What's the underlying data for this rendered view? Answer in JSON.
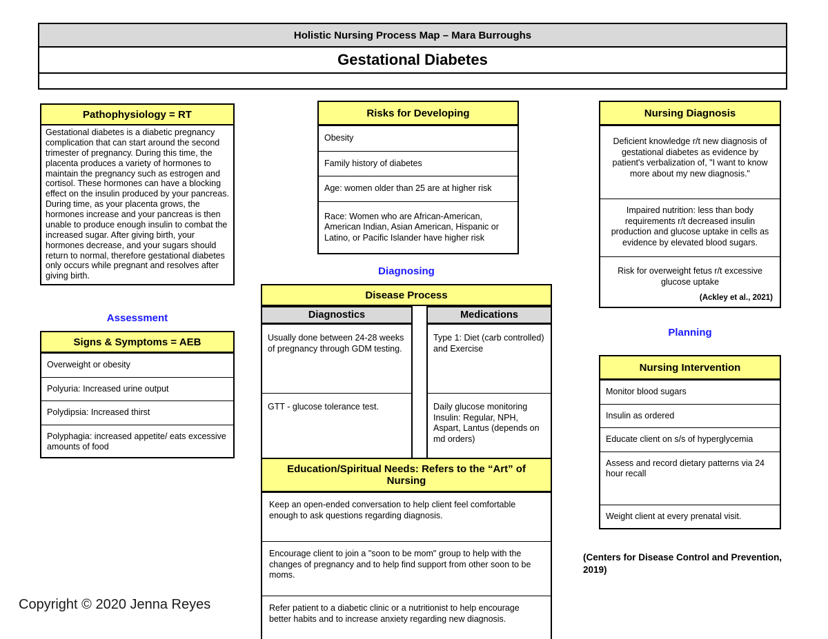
{
  "header": {
    "subtitle": "Holistic Nursing Process Map – Mara Burroughs",
    "title": "Gestational Diabetes"
  },
  "pathophysiology": {
    "title": "Pathophysiology = RT",
    "body": "Gestational diabetes is a diabetic pregnancy complication that can start around the second trimester of pregnancy. During this time, the placenta produces a variety of hormones to maintain the pregnancy such as estrogen and cortisol. These hormones can have a blocking effect on the insulin produced by your pancreas. During time, as your placenta grows, the hormones increase and your pancreas is then unable to produce enough insulin to combat the increased sugar. After giving birth, your hormones decrease, and your sugars should return to normal, therefore gestational diabetes only occurs while pregnant and resolves after giving birth."
  },
  "labels": {
    "assessment": "Assessment",
    "diagnosing": "Diagnosing",
    "planning": "Planning"
  },
  "signs_symptoms": {
    "title": "Signs & Symptoms = AEB",
    "rows": [
      "Overweight or obesity",
      "Polyuria: Increased urine output",
      "Polydipsia: Increased thirst",
      "Polyphagia: increased appetite/ eats excessive amounts of food"
    ]
  },
  "risks": {
    "title": "Risks for Developing",
    "rows": [
      "Obesity",
      "Family history of diabetes",
      "Age: women older than 25 are at higher risk",
      "Race: Women who are African-American, American Indian, Asian American, Hispanic or Latino, or Pacific Islander have higher risk"
    ]
  },
  "disease_process": {
    "title": "Disease Process",
    "diagnostics": {
      "title": "Diagnostics",
      "rows": [
        "Usually done between 24-28 weeks of pregnancy through GDM testing.",
        "GTT - glucose tolerance test."
      ]
    },
    "medications": {
      "title": "Medications",
      "rows": [
        "Type 1: Diet (carb controlled) and Exercise",
        "Daily glucose monitoring\nInsulin: Regular, NPH, Aspart, Lantus (depends on md orders)"
      ]
    }
  },
  "education": {
    "title": "Education/Spiritual Needs: Refers to the “Art” of Nursing",
    "rows": [
      "Keep an open-ended conversation to help client feel comfortable enough to ask questions regarding diagnosis.",
      "Encourage client to join a \"soon to be mom\" group to help with the changes of pregnancy and to help find support from other soon to be moms.",
      "Refer patient to a diabetic clinic or a nutritionist to help encourage better habits and to increase anxiety regarding new diagnosis."
    ]
  },
  "nursing_diagnosis": {
    "title": "Nursing Diagnosis",
    "rows": [
      "Deficient knowledge r/t new diagnosis of gestational diabetes as evidence by patient's verbalization of, \"I want to know more about my new diagnosis.\"",
      "Impaired nutrition: less than body requirements r/t decreased insulin production and glucose uptake in cells as evidence by elevated blood sugars.",
      "Risk for overweight fetus r/t excessive glucose uptake"
    ],
    "citation": "(Ackley et al., 2021)"
  },
  "nursing_intervention": {
    "title": "Nursing Intervention",
    "rows": [
      "Monitor blood sugars",
      "Insulin as ordered",
      "Educate client on s/s of hyperglycemia",
      "Assess and record dietary patterns via 24 hour recall",
      "Weight client at every prenatal visit."
    ]
  },
  "cdc_citation": "(Centers for Disease Control and Prevention, 2019)",
  "copyright": "Copyright © 2020 Jenna Reyes",
  "colors": {
    "box_yellow": "#ffff8a",
    "header_gray": "#d9d9d9",
    "label_blue": "#1a1aff"
  }
}
